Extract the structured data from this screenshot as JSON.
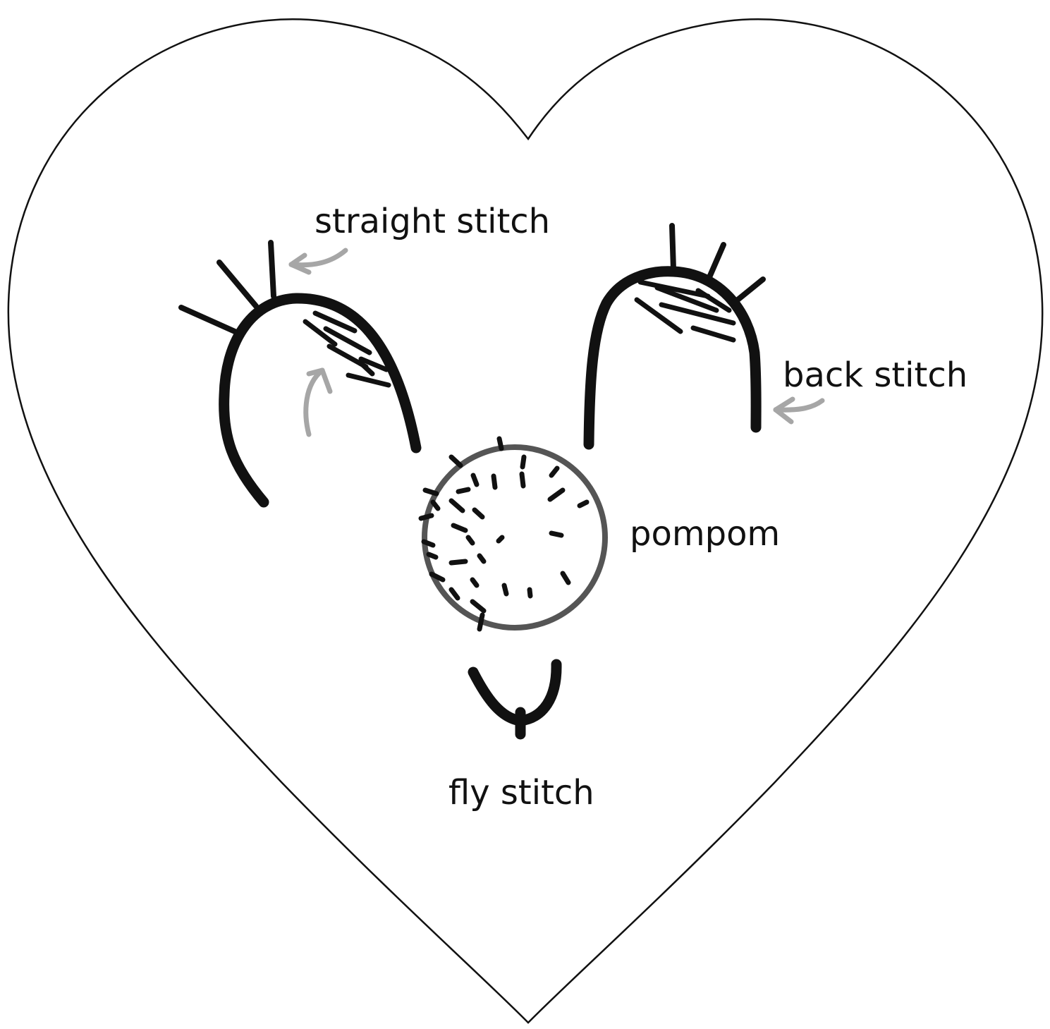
{
  "diagram": {
    "labels": {
      "straight_stitch": "straight stitch",
      "back_stitch": "back stitch",
      "pompom": "pompom",
      "fly_stitch": "fly stitch"
    },
    "colors": {
      "outline": "#111111",
      "arrow": "#a6a6a6",
      "pompom_ring": "#555555",
      "background": "#ffffff"
    },
    "icons": {
      "straight_stitch_arrow": "curved-arrow-icon",
      "back_stitch_arrow": "curved-arrow-icon",
      "ear_arrow": "curved-arrow-icon"
    }
  }
}
